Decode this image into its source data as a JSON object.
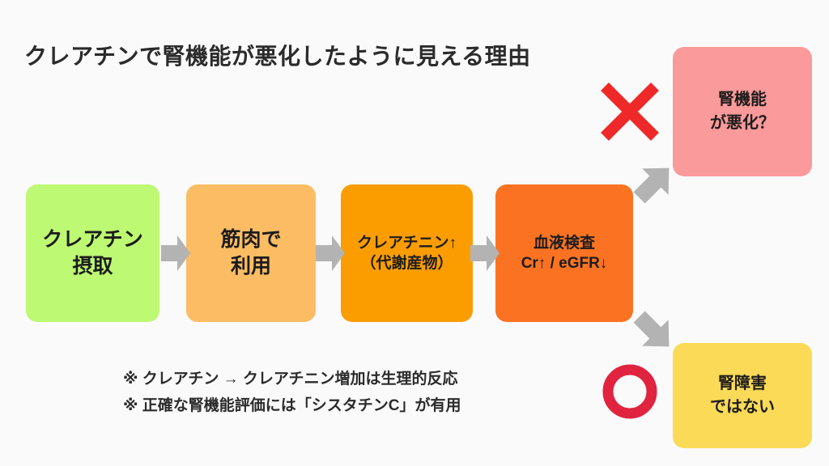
{
  "title": "クレアチンで腎機能が悪化したように見える理由",
  "colors": {
    "background": "#fafafa",
    "title_text": "#2b2b2b",
    "step_1": "#bdf972",
    "step_2": "#fbbc63",
    "step_3": "#fb9d00",
    "step_4": "#fb7322",
    "result_bad": "#fb9a9a",
    "result_good": "#fbda57",
    "arrow_gray": "#b3b3b3",
    "mark_red": "#ef2929",
    "mark_crimson": "#e0243f"
  },
  "flow": {
    "steps": [
      {
        "id": "creatine-intake",
        "line1": "クレアチン",
        "line2": "摂取"
      },
      {
        "id": "muscle-use",
        "line1": "筋肉で",
        "line2": "利用"
      },
      {
        "id": "creatinine-up",
        "line1": "クレアチニン↑",
        "line2": "（代謝産物）"
      },
      {
        "id": "blood-test",
        "line1": "血液検査",
        "line2": "Cr↑ / eGFR↓"
      }
    ],
    "connectors": [
      {
        "id": "arrow-1",
        "direction": "right"
      },
      {
        "id": "arrow-2",
        "direction": "right"
      },
      {
        "id": "arrow-3",
        "direction": "right"
      },
      {
        "id": "arrow-up",
        "direction": "up-right"
      },
      {
        "id": "arrow-down",
        "direction": "down-right"
      }
    ]
  },
  "results": {
    "bad": {
      "mark": "✕",
      "mark_name": "cross-mark",
      "line1": "腎機能",
      "line2": "が悪化？"
    },
    "good": {
      "mark": "〇",
      "mark_name": "circle-mark",
      "line1": "腎障害",
      "line2": "ではない"
    }
  },
  "notes": [
    "※ クレアチン → クレアチニン増加は生理的反応",
    "※ 正確な腎機能評価には「シスタチンC」が有用"
  ]
}
